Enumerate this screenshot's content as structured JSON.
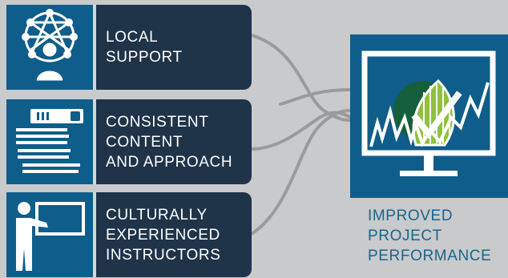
{
  "inputs": [
    {
      "lines": [
        "LOCAL",
        "SUPPORT"
      ],
      "icon": "network-people-icon"
    },
    {
      "lines": [
        "CONSISTENT",
        "CONTENT",
        "AND APPROACH"
      ],
      "icon": "document-stack-icon"
    },
    {
      "lines": [
        "CULTURALLY",
        "EXPERIENCED",
        "INSTRUCTORS"
      ],
      "icon": "instructor-whiteboard-icon"
    }
  ],
  "outcome": {
    "lines": [
      "IMPROVED",
      "PROJECT",
      "PERFORMANCE"
    ],
    "icon": "monitor-chart-check-icon"
  },
  "colors": {
    "background": "#c9cacc",
    "card": "#1f3349",
    "icon_box": "#0f5d8a",
    "connector": "#9a9b9d",
    "outcome_text": "#17668f",
    "accent_green": "#8fc13e",
    "dark_green": "#15603a"
  }
}
